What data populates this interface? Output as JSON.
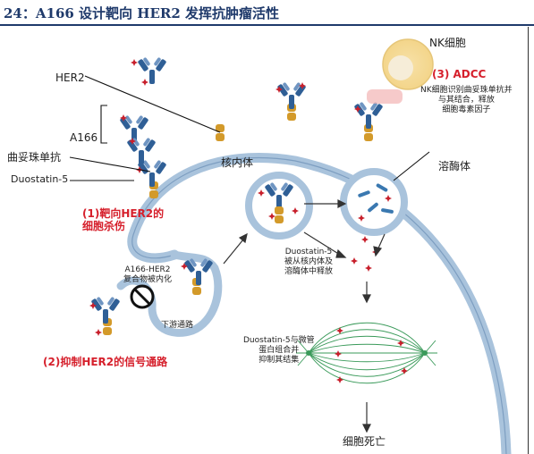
{
  "title": "24：A166 设计靶向 HER2 发挥抗肿瘤活性",
  "labels": {
    "nk_cell": "NK细胞",
    "adcc": "(3) ADCC",
    "nk_desc": [
      "NK细胞识别曲妥珠单抗并",
      "与其结合，释放",
      "细胞毒素因子"
    ],
    "her2": "HER2",
    "a166": "A166",
    "trastuzumab": "曲妥珠单抗",
    "duostatin": "Duostatin-5",
    "targeting": [
      "(1)靶向HER2的",
      "细胞杀伤"
    ],
    "endosome": "核内体",
    "lysosome": "溶酶体",
    "complex": [
      "A166-HER2",
      "复合物被内化"
    ],
    "release": [
      "Duostatin-5",
      "被从核内体及",
      "溶酶体中释放"
    ],
    "downstream": "下游通路",
    "inhibit": "(2)抑制HER2的信号通路",
    "microtubule": [
      "Duostatin-5与微管",
      "蛋白组合并",
      "抑制其结集"
    ],
    "cell_death": "细胞死亡"
  },
  "colors": {
    "title": "#1f3a6b",
    "accent_red": "#d6202c",
    "membrane": "#a9c3dc",
    "receptor": "#d39a2a",
    "antibody": "#2f5f96",
    "payload": "#c8202c",
    "spindle": "#3a9a5a"
  }
}
